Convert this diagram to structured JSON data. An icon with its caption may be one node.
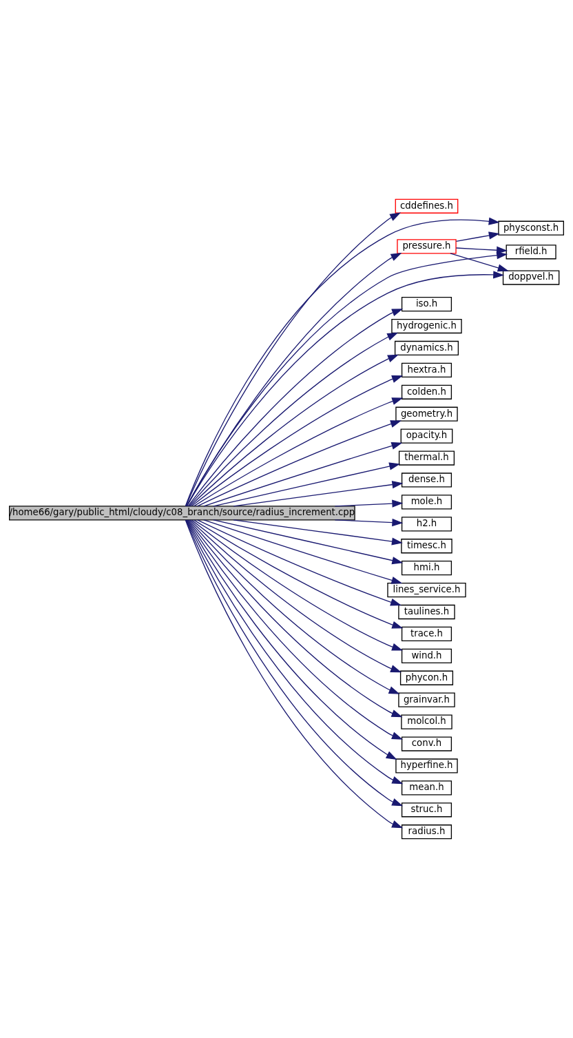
{
  "diagram": {
    "nodes": [
      {
        "text": [
          "/home66/gary/public_html/cloudy/c08_branch/source/radius_increment.cpp"
        ]
      },
      {
        "text": [
          "cddefines.h"
        ]
      },
      {
        "text": [
          "physconst.h"
        ]
      },
      {
        "text": [
          "pressure.h"
        ]
      },
      {
        "text": [
          "rfield.h"
        ]
      },
      {
        "text": [
          "doppvel.h"
        ]
      },
      {
        "text": [
          "iso.h"
        ]
      },
      {
        "text": [
          "hydrogenic.h"
        ]
      },
      {
        "text": [
          "dynamics.h"
        ]
      },
      {
        "text": [
          "hextra.h"
        ]
      },
      {
        "text": [
          "colden.h"
        ]
      },
      {
        "text": [
          "geometry.h"
        ]
      },
      {
        "text": [
          "opacity.h"
        ]
      },
      {
        "text": [
          "thermal.h"
        ]
      },
      {
        "text": [
          "dense.h"
        ]
      },
      {
        "text": [
          "mole.h"
        ]
      },
      {
        "text": [
          "h2.h"
        ]
      },
      {
        "text": [
          "timesc.h"
        ]
      },
      {
        "text": [
          "hmi.h"
        ]
      },
      {
        "text": [
          "lines_service.h"
        ]
      },
      {
        "text": [
          "taulines.h"
        ]
      },
      {
        "text": [
          "trace.h"
        ]
      },
      {
        "text": [
          "wind.h"
        ]
      },
      {
        "text": [
          "phycon.h"
        ]
      },
      {
        "text": [
          "grainvar.h"
        ]
      },
      {
        "text": [
          "molcol.h"
        ]
      },
      {
        "text": [
          "conv.h"
        ]
      },
      {
        "text": [
          "hyperfine.h"
        ]
      },
      {
        "text": [
          "mean.h"
        ]
      },
      {
        "text": [
          "struc.h"
        ]
      },
      {
        "text": [
          "radius.h"
        ]
      }
    ],
    "edges": [
      {
        "from": 0,
        "to": 1,
        "arrow": "to"
      },
      {
        "from": 0,
        "to": 2,
        "arrow": "to"
      },
      {
        "from": 0,
        "to": 3,
        "arrow": "to"
      },
      {
        "from": 3,
        "to": 2,
        "arrow": "to"
      },
      {
        "from": 3,
        "to": 4,
        "arrow": "to"
      },
      {
        "from": 3,
        "to": 5,
        "arrow": "to"
      },
      {
        "from": 0,
        "to": 4,
        "arrow": "to"
      },
      {
        "from": 0,
        "to": 5,
        "arrow": "to"
      },
      {
        "from": 0,
        "to": 6,
        "arrow": "to"
      },
      {
        "from": 0,
        "to": 7,
        "arrow": "to"
      },
      {
        "from": 0,
        "to": 8,
        "arrow": "to"
      },
      {
        "from": 0,
        "to": 9,
        "arrow": "to"
      },
      {
        "from": 0,
        "to": 10,
        "arrow": "to"
      },
      {
        "from": 0,
        "to": 11,
        "arrow": "to"
      },
      {
        "from": 0,
        "to": 12,
        "arrow": "to"
      },
      {
        "from": 0,
        "to": 13,
        "arrow": "to"
      },
      {
        "from": 0,
        "to": 14,
        "arrow": "to"
      },
      {
        "from": 0,
        "to": 15,
        "arrow": "to"
      },
      {
        "from": 0,
        "to": 16,
        "arrow": "to"
      },
      {
        "from": 0,
        "to": 17,
        "arrow": "to"
      },
      {
        "from": 0,
        "to": 18,
        "arrow": "to"
      },
      {
        "from": 0,
        "to": 19,
        "arrow": "to"
      },
      {
        "from": 0,
        "to": 20,
        "arrow": "to"
      },
      {
        "from": 0,
        "to": 21,
        "arrow": "to"
      },
      {
        "from": 0,
        "to": 22,
        "arrow": "to"
      },
      {
        "from": 0,
        "to": 23,
        "arrow": "to"
      },
      {
        "from": 0,
        "to": 24,
        "arrow": "to"
      },
      {
        "from": 0,
        "to": 25,
        "arrow": "to"
      },
      {
        "from": 0,
        "to": 26,
        "arrow": "to"
      },
      {
        "from": 0,
        "to": 27,
        "arrow": "to"
      },
      {
        "from": 0,
        "to": 28,
        "arrow": "to"
      },
      {
        "from": 0,
        "to": 29,
        "arrow": "to"
      },
      {
        "from": 0,
        "to": 30,
        "arrow": "to"
      }
    ]
  }
}
